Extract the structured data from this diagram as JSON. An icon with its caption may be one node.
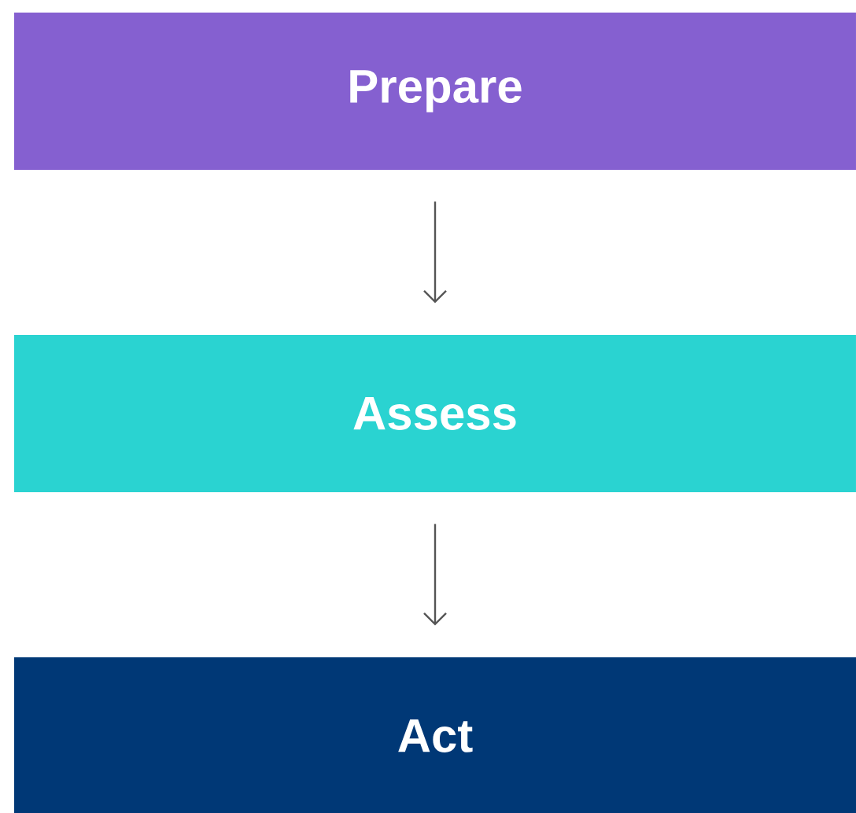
{
  "diagram": {
    "nodes": [
      {
        "text": [
          "Prepare"
        ]
      },
      {
        "text": [
          "Assess"
        ]
      },
      {
        "text": [
          "Act"
        ]
      }
    ],
    "edges": [
      {
        "from": 0,
        "to": 1,
        "arrow": "to"
      },
      {
        "from": 1,
        "to": 2,
        "arrow": "to"
      }
    ]
  }
}
